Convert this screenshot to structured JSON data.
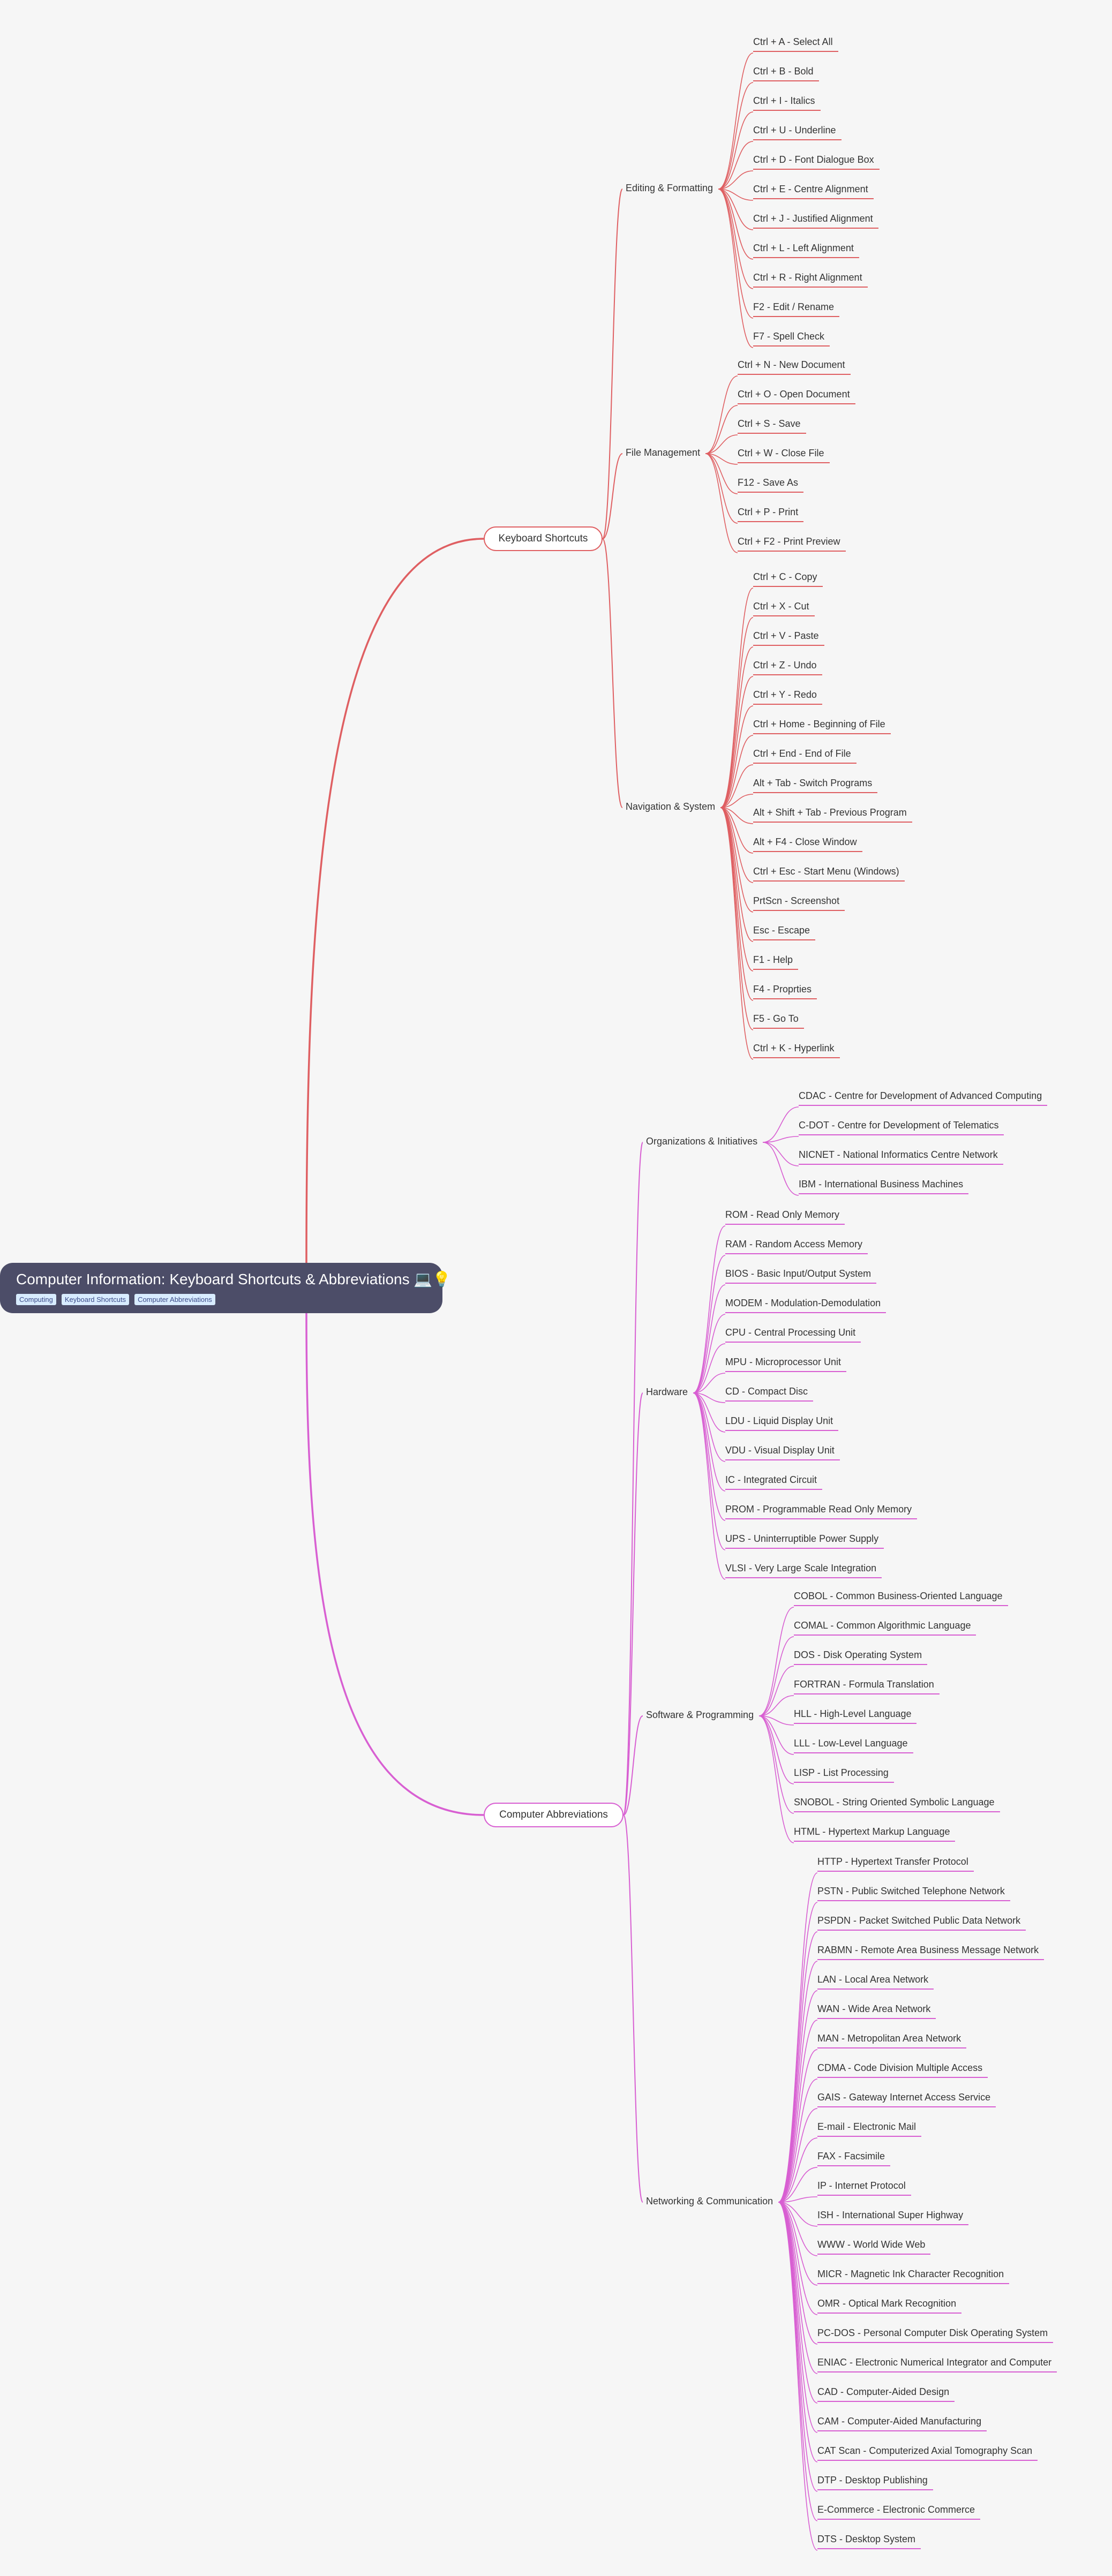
{
  "root": {
    "title": "Computer Information: Keyboard Shortcuts & Abbreviations 💻💡",
    "tags": [
      "Computing",
      "Keyboard Shortcuts",
      "Computer Abbreviations"
    ]
  },
  "colors": {
    "keyboard": "#df5f62",
    "abbreviations": "#d85fd2",
    "root": "#4c4d68"
  },
  "branches": [
    {
      "label": "Keyboard Shortcuts",
      "color": "keyboard",
      "groups": [
        {
          "label": "Editing & Formatting",
          "items": [
            "Ctrl + A - Select All",
            "Ctrl + B - Bold",
            "Ctrl + I - Italics",
            "Ctrl + U - Underline",
            "Ctrl + D - Font Dialogue Box",
            "Ctrl + E - Centre Alignment",
            "Ctrl + J - Justified Alignment",
            "Ctrl + L - Left Alignment",
            "Ctrl + R - Right Alignment",
            "F2 - Edit / Rename",
            "F7 - Spell Check"
          ]
        },
        {
          "label": "File Management",
          "items": [
            "Ctrl + N - New Document",
            "Ctrl + O - Open Document",
            "Ctrl + S - Save",
            "Ctrl + W - Close File",
            "F12 - Save As",
            "Ctrl + P - Print",
            "Ctrl + F2 - Print Preview"
          ]
        },
        {
          "label": "Navigation & System",
          "items": [
            "Ctrl + C - Copy",
            "Ctrl + X - Cut",
            "Ctrl + V - Paste",
            "Ctrl + Z - Undo",
            "Ctrl + Y - Redo",
            "Ctrl + Home - Beginning of File",
            "Ctrl + End - End of File",
            "Alt + Tab - Switch Programs",
            "Alt + Shift + Tab - Previous Program",
            "Alt + F4 - Close Window",
            "Ctrl + Esc - Start Menu (Windows)",
            "PrtScn - Screenshot",
            "Esc - Escape",
            "F1 - Help",
            "F4 - Proprties",
            "F5 - Go To",
            "Ctrl + K - Hyperlink"
          ]
        }
      ]
    },
    {
      "label": "Computer Abbreviations",
      "color": "abbreviations",
      "groups": [
        {
          "label": "Organizations & Initiatives",
          "items": [
            "CDAC - Centre for Development of Advanced Computing",
            "C-DOT - Centre for Development of Telematics",
            "NICNET - National Informatics Centre Network",
            "IBM - International Business Machines"
          ]
        },
        {
          "label": "Hardware",
          "items": [
            "ROM - Read Only Memory",
            "RAM - Random Access Memory",
            "BIOS - Basic Input/Output System",
            "MODEM - Modulation-Demodulation",
            "CPU - Central Processing Unit",
            "MPU - Microprocessor Unit",
            "CD - Compact Disc",
            "LDU - Liquid Display Unit",
            "VDU - Visual Display Unit",
            "IC - Integrated Circuit",
            "PROM - Programmable Read Only Memory",
            "UPS - Uninterruptible Power Supply",
            "VLSI - Very Large Scale Integration"
          ]
        },
        {
          "label": "Software & Programming",
          "items": [
            "COBOL - Common Business-Oriented Language",
            "COMAL - Common Algorithmic Language",
            "DOS - Disk Operating System",
            "FORTRAN - Formula Translation",
            "HLL - High-Level Language",
            "LLL - Low-Level Language",
            "LISP - List Processing",
            "SNOBOL - String Oriented Symbolic Language",
            "HTML - Hypertext Markup Language"
          ]
        },
        {
          "label": "Networking & Communication",
          "items": [
            "HTTP - Hypertext Transfer Protocol",
            "PSTN - Public Switched Telephone Network",
            "PSPDN - Packet Switched Public Data Network",
            "RABMN - Remote Area Business Message Network",
            "LAN - Local Area Network",
            "WAN - Wide Area Network",
            "MAN - Metropolitan Area Network",
            "CDMA - Code Division Multiple Access",
            "GAIS - Gateway Internet Access Service",
            "E-mail - Electronic Mail",
            "FAX - Facsimile",
            "IP - Internet Protocol",
            "ISH - International Super Highway",
            "WWW - World Wide Web",
            "MICR - Magnetic Ink Character Recognition",
            "OMR - Optical Mark Recognition",
            "PC-DOS - Personal Computer Disk Operating System",
            "ENIAC - Electronic Numerical Integrator and Computer",
            "CAD - Computer-Aided Design",
            "CAM - Computer-Aided Manufacturing",
            "CAT Scan - Computerized Axial Tomography Scan",
            "DTP - Desktop Publishing",
            "E-Commerce - Electronic Commerce",
            "DTS - Desktop System"
          ]
        }
      ]
    }
  ]
}
